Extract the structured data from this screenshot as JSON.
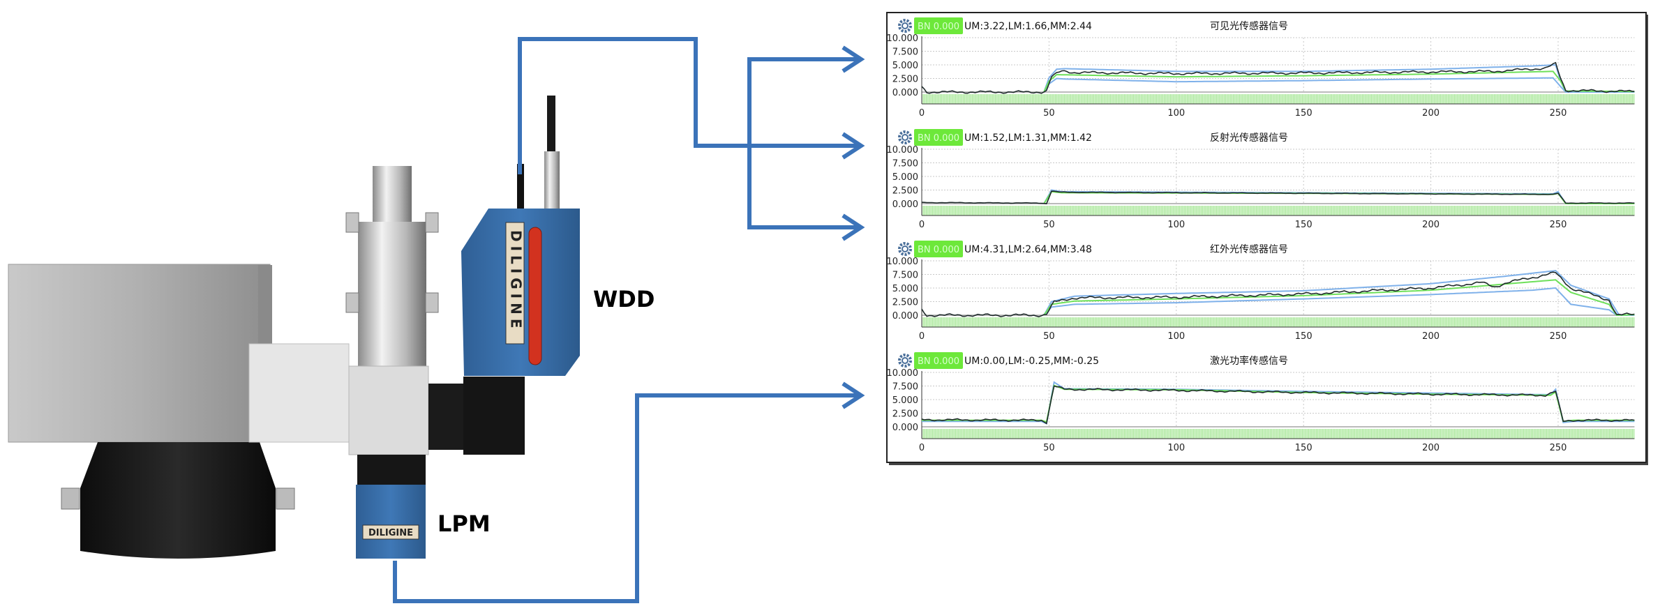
{
  "labels": {
    "wdd": "WDD",
    "lpm": "LPM",
    "brand_wdd": "DILIGINE",
    "brand_lpm": "DILIGINE"
  },
  "colors": {
    "connector": "#3b73b9",
    "envelope": "#7fb1ea",
    "mean": "#6ee05a",
    "signal": "#1e2a2a",
    "badge": "#6de83a",
    "band": "#9be58a",
    "gear": "#4a6f9a"
  },
  "icons": {
    "settings": "gear-icon",
    "arrow": "arrow-right-icon"
  },
  "chart_data": [
    {
      "type": "line",
      "title": "可见光传感器信号",
      "badge": "BN 0.000",
      "stats": "UM:3.22,LM:1.66,MM:2.44",
      "xlim": [
        0,
        280
      ],
      "ylim": [
        0,
        10
      ],
      "yticks": [
        "0.000",
        "2.500",
        "5.000",
        "7.500",
        "10.000"
      ],
      "xticks": [
        "0",
        "50",
        "100",
        "150",
        "200",
        "250"
      ],
      "grid": true,
      "series": [
        {
          "color": "#7fb1ea",
          "points": [
            [
              48,
              0
            ],
            [
              50,
              2.6
            ],
            [
              53,
              4.2
            ],
            [
              56,
              4.3
            ],
            [
              100,
              3.8
            ],
            [
              150,
              3.8
            ],
            [
              200,
              4.2
            ],
            [
              240,
              4.8
            ],
            [
              249,
              5.0
            ],
            [
              251,
              2
            ],
            [
              253,
              0
            ],
            [
              280,
              0
            ]
          ]
        },
        {
          "color": "#7fb1ea",
          "points": [
            [
              48,
              0
            ],
            [
              50,
              1.5
            ],
            [
              53,
              2.5
            ],
            [
              56,
              2.4
            ],
            [
              100,
              1.9
            ],
            [
              150,
              2.1
            ],
            [
              200,
              2.4
            ],
            [
              248,
              2.6
            ],
            [
              251,
              1
            ],
            [
              253,
              0
            ],
            [
              280,
              0
            ]
          ]
        },
        {
          "color": "#6ee05a",
          "points": [
            [
              48,
              0
            ],
            [
              50,
              2
            ],
            [
              53,
              3.2
            ],
            [
              100,
              2.8
            ],
            [
              150,
              3.0
            ],
            [
              200,
              3.3
            ],
            [
              248,
              3.8
            ],
            [
              251,
              2
            ],
            [
              253,
              0.2
            ],
            [
              280,
              0.1
            ]
          ]
        },
        {
          "color": "#1e2a2a",
          "noise": 0.18,
          "points": [
            [
              0,
              1
            ],
            [
              2,
              0
            ],
            [
              47,
              0
            ],
            [
              49,
              0.2
            ],
            [
              51,
              2.8
            ],
            [
              55,
              3.9
            ],
            [
              60,
              3.6
            ],
            [
              100,
              3.4
            ],
            [
              150,
              3.5
            ],
            [
              200,
              3.7
            ],
            [
              225,
              3.8
            ],
            [
              245,
              4.4
            ],
            [
              249,
              5.2
            ],
            [
              251,
              2.5
            ],
            [
              253,
              0.3
            ],
            [
              280,
              0.1
            ]
          ]
        }
      ]
    },
    {
      "type": "line",
      "title": "反射光传感器信号",
      "badge": "BN 0.000",
      "stats": "UM:1.52,LM:1.31,MM:1.42",
      "xlim": [
        0,
        280
      ],
      "ylim": [
        0,
        10
      ],
      "yticks": [
        "0.000",
        "2.500",
        "5.000",
        "7.500",
        "10.000"
      ],
      "xticks": [
        "0",
        "50",
        "100",
        "150",
        "200",
        "250"
      ],
      "grid": true,
      "series": [
        {
          "color": "#7fb1ea",
          "points": [
            [
              48,
              0
            ],
            [
              51,
              2.5
            ],
            [
              55,
              2.2
            ],
            [
              150,
              2.0
            ],
            [
              248,
              1.8
            ],
            [
              250,
              2.2
            ],
            [
              253,
              0
            ],
            [
              280,
              0
            ]
          ]
        },
        {
          "color": "#6ee05a",
          "points": [
            [
              48,
              0
            ],
            [
              51,
              2.2
            ],
            [
              55,
              2.0
            ],
            [
              150,
              1.9
            ],
            [
              248,
              1.7
            ],
            [
              250,
              1.9
            ],
            [
              253,
              0
            ],
            [
              280,
              0
            ]
          ]
        },
        {
          "color": "#1e2a2a",
          "noise": 0.04,
          "points": [
            [
              0,
              0.2
            ],
            [
              47,
              0.1
            ],
            [
              49,
              0
            ],
            [
              51,
              2.3
            ],
            [
              55,
              2.1
            ],
            [
              150,
              1.9
            ],
            [
              248,
              1.7
            ],
            [
              250,
              1.9
            ],
            [
              253,
              0.1
            ],
            [
              280,
              0.1
            ]
          ]
        }
      ]
    },
    {
      "type": "line",
      "title": "红外光传感器信号",
      "badge": "BN 0.000",
      "stats": "UM:4.31,LM:2.64,MM:3.48",
      "xlim": [
        0,
        280
      ],
      "ylim": [
        0,
        10
      ],
      "yticks": [
        "0.000",
        "2.500",
        "5.000",
        "7.500",
        "10.000"
      ],
      "xticks": [
        "0",
        "50",
        "100",
        "150",
        "200",
        "250"
      ],
      "grid": true,
      "series": [
        {
          "color": "#7fb1ea",
          "points": [
            [
              48,
              0
            ],
            [
              51,
              2.5
            ],
            [
              60,
              3.5
            ],
            [
              100,
              4.0
            ],
            [
              150,
              4.5
            ],
            [
              200,
              5.8
            ],
            [
              230,
              7.2
            ],
            [
              249,
              8.2
            ],
            [
              255,
              5.5
            ],
            [
              270,
              3.0
            ],
            [
              274,
              0
            ],
            [
              280,
              0
            ]
          ]
        },
        {
          "color": "#7fb1ea",
          "points": [
            [
              48,
              0
            ],
            [
              51,
              1.5
            ],
            [
              60,
              2.0
            ],
            [
              100,
              2.3
            ],
            [
              150,
              3.0
            ],
            [
              200,
              3.8
            ],
            [
              240,
              4.6
            ],
            [
              249,
              5.0
            ],
            [
              255,
              2.0
            ],
            [
              270,
              1.0
            ],
            [
              273,
              0
            ],
            [
              280,
              0
            ]
          ]
        },
        {
          "color": "#6ee05a",
          "points": [
            [
              48,
              0
            ],
            [
              51,
              2.0
            ],
            [
              60,
              2.6
            ],
            [
              100,
              3.0
            ],
            [
              150,
              3.6
            ],
            [
              200,
              4.6
            ],
            [
              249,
              6.5
            ],
            [
              255,
              4.2
            ],
            [
              270,
              2.0
            ],
            [
              273,
              0
            ],
            [
              280,
              0.1
            ]
          ]
        },
        {
          "color": "#1e2a2a",
          "noise": 0.2,
          "points": [
            [
              0,
              1
            ],
            [
              2,
              0
            ],
            [
              47,
              0
            ],
            [
              49,
              0.2
            ],
            [
              52,
              2.4
            ],
            [
              60,
              3.2
            ],
            [
              100,
              3.3
            ],
            [
              150,
              3.9
            ],
            [
              200,
              5.0
            ],
            [
              220,
              6.0
            ],
            [
              225,
              5.2
            ],
            [
              230,
              6.0
            ],
            [
              249,
              7.8
            ],
            [
              255,
              5.0
            ],
            [
              270,
              2.8
            ],
            [
              273,
              0
            ],
            [
              280,
              0.2
            ]
          ]
        }
      ]
    },
    {
      "type": "line",
      "title": "激光功率传感信号",
      "badge": "BN 0.000",
      "stats": "UM:0.00,LM:-0.25,MM:-0.25",
      "xlim": [
        0,
        280
      ],
      "ylim": [
        0,
        10
      ],
      "yticks": [
        "0.000",
        "2.500",
        "5.000",
        "7.500",
        "10.000"
      ],
      "xticks": [
        "0",
        "50",
        "100",
        "150",
        "200",
        "250"
      ],
      "grid": true,
      "series": [
        {
          "color": "#7fb1ea",
          "points": [
            [
              0,
              1.0
            ],
            [
              47,
              1.0
            ],
            [
              49,
              0.6
            ],
            [
              52,
              8.2
            ],
            [
              56,
              7.0
            ],
            [
              100,
              6.9
            ],
            [
              150,
              6.5
            ],
            [
              200,
              6.2
            ],
            [
              247,
              5.9
            ],
            [
              249,
              6.9
            ],
            [
              252,
              0.8
            ],
            [
              256,
              1.0
            ],
            [
              280,
              1.0
            ]
          ]
        },
        {
          "color": "#6ee05a",
          "points": [
            [
              0,
              1.2
            ],
            [
              47,
              1.2
            ],
            [
              49,
              0.9
            ],
            [
              52,
              7.6
            ],
            [
              56,
              6.9
            ],
            [
              100,
              6.8
            ],
            [
              150,
              6.3
            ],
            [
              200,
              6.0
            ],
            [
              247,
              5.8
            ],
            [
              249,
              6.4
            ],
            [
              252,
              1.0
            ],
            [
              256,
              1.2
            ],
            [
              280,
              1.2
            ]
          ]
        },
        {
          "color": "#1e2a2a",
          "noise": 0.15,
          "points": [
            [
              0,
              1.3
            ],
            [
              47,
              1.2
            ],
            [
              49,
              0.8
            ],
            [
              52,
              7.5
            ],
            [
              56,
              6.9
            ],
            [
              100,
              6.7
            ],
            [
              150,
              6.3
            ],
            [
              200,
              6.0
            ],
            [
              245,
              5.8
            ],
            [
              249,
              6.5
            ],
            [
              252,
              1.0
            ],
            [
              256,
              1.2
            ],
            [
              280,
              1.2
            ]
          ]
        }
      ]
    }
  ]
}
